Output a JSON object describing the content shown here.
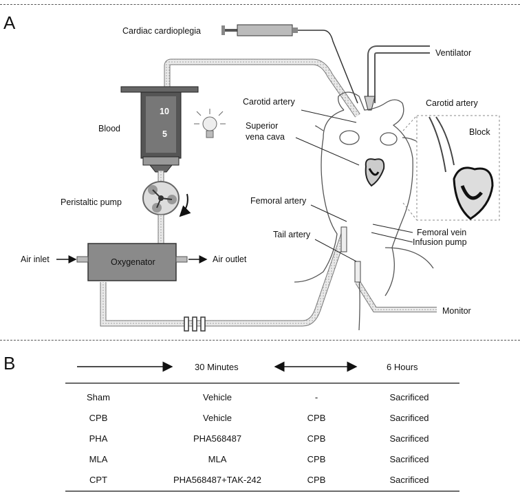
{
  "panels": {
    "a": "A",
    "b": "B"
  },
  "diagram": {
    "labels": {
      "cardioplegia": "Cardiac cardioplegia",
      "ventilator": "Ventilator",
      "carotid_left": "Carotid artery",
      "carotid_right": "Carotid artery",
      "svc_1": "Superior",
      "svc_2": "vena cava",
      "block": "Block",
      "blood": "Blood",
      "pump": "Peristaltic pump",
      "femoral_artery": "Femoral artery",
      "femoral_vein": "Femoral vein",
      "infusion_pump": "Infusion pump",
      "tail_artery": "Tail artery",
      "air_inlet": "Air inlet",
      "air_outlet": "Air outlet",
      "oxygenator": "Oxygenator",
      "monitor": "Monitor",
      "scale_10": "10",
      "scale_5": "5"
    }
  },
  "timeline": {
    "phase1": "30 Minutes",
    "phase2": "6 Hours"
  },
  "table": {
    "rows": [
      {
        "group": "Sham",
        "pre": "Vehicle",
        "mid": "-",
        "end": "Sacrificed"
      },
      {
        "group": "CPB",
        "pre": "Vehicle",
        "mid": "CPB",
        "end": "Sacrificed"
      },
      {
        "group": "PHA",
        "pre": "PHA568487",
        "mid": "CPB",
        "end": "Sacrificed"
      },
      {
        "group": "MLA",
        "pre": "MLA",
        "mid": "CPB",
        "end": "Sacrificed"
      },
      {
        "group": "CPT",
        "pre": "PHA568487+TAK-242",
        "mid": "CPB",
        "end": "Sacrificed"
      }
    ]
  }
}
